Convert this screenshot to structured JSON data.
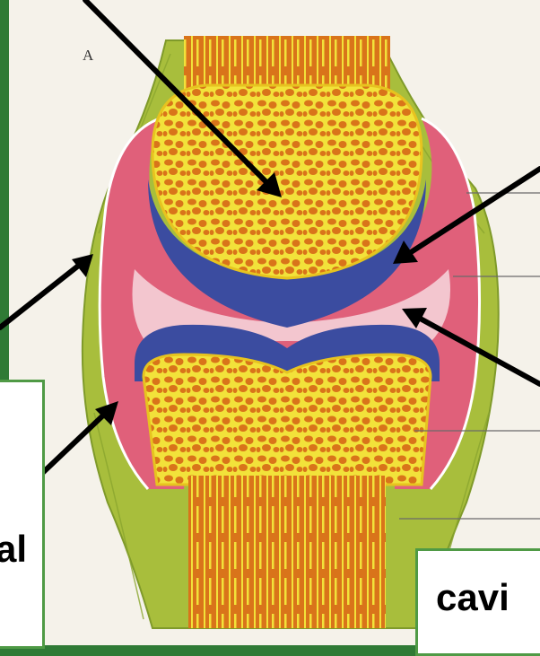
{
  "figure": {
    "letter": "A",
    "colors": {
      "bone_yellow": "#f2e23a",
      "trabecula_orange": "#d9741a",
      "cartilage_blue": "#3b4ca0",
      "synovial_pink": "#e0607a",
      "capsule_green": "#a8be3c",
      "plate": "#f5f2ea",
      "frame_green": "#4f9a45"
    }
  },
  "labels": {
    "left_fragment": "al",
    "right_fragment": "cavi"
  },
  "icons": {
    "pointer": "arrow-icon"
  }
}
